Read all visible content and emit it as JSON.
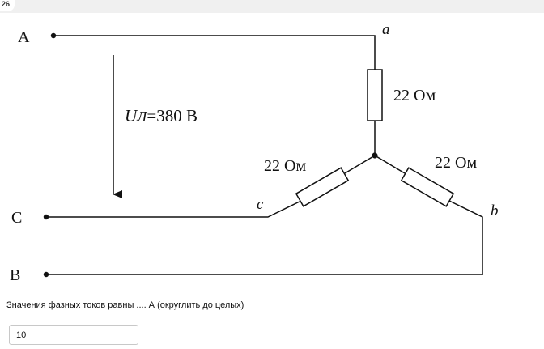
{
  "question": {
    "number": "26",
    "prompt": "Значения фазных токов равны .... А (округлить до целых)",
    "answer_value": "10"
  },
  "diagram": {
    "terminals": {
      "a_line": "A",
      "c_line": "C",
      "b_line": "B"
    },
    "nodes": {
      "a": "a",
      "b": "b",
      "c": "c"
    },
    "voltage": {
      "symbol": "U",
      "subscript": "Л",
      "value": "=380 В"
    },
    "resistors": {
      "ra": "22 Ом",
      "rc": "22 Ом",
      "rb": "22 Ом"
    }
  }
}
